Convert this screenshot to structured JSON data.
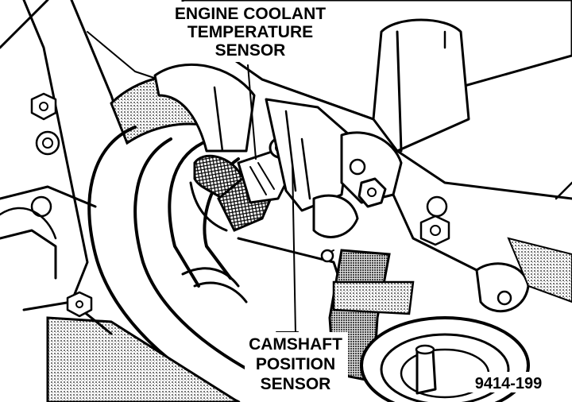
{
  "labels": {
    "coolant_sensor": [
      "ENGINE COOLANT",
      "TEMPERATURE",
      "SENSOR"
    ],
    "cam_sensor": [
      "CAMSHAFT",
      "POSITION",
      "SENSOR"
    ],
    "figure_number": "9414-199"
  },
  "colors": {
    "ink": "#000000",
    "paper": "#ffffff",
    "shade": "#9a9a9a"
  }
}
